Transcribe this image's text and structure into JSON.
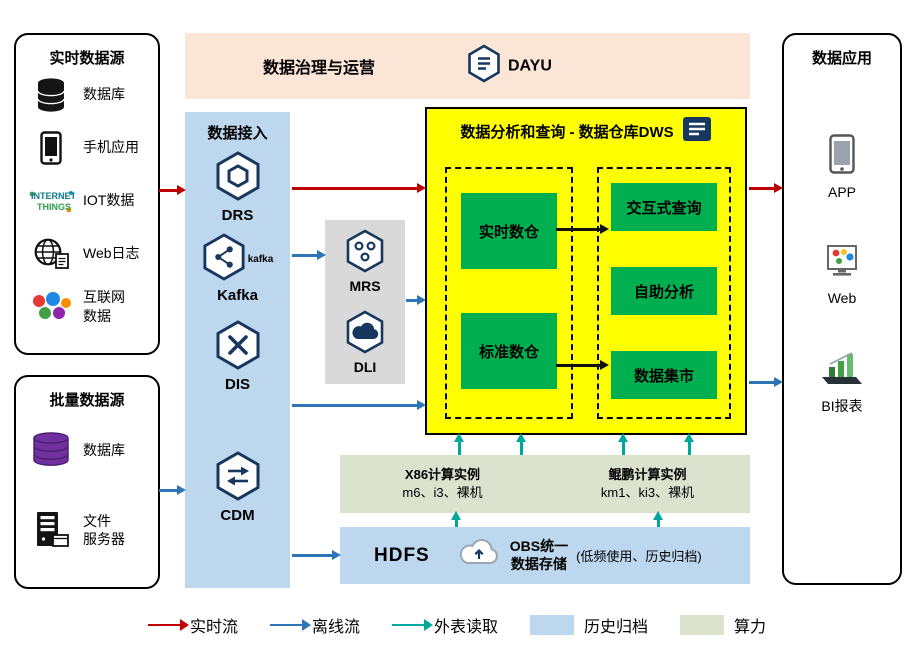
{
  "colors": {
    "realtime_flow": "#c00000",
    "offline_flow": "#2e75b6",
    "external_table_read": "#00a79d",
    "history_archive": "#bdd7ee",
    "compute_power": "#dbe3cf",
    "governance_banner_bg": "#fbe5d6",
    "ingestion_panel_bg": "#bdd7ee",
    "dws_bg": "#ffff00",
    "warehouse_green": "#00b050",
    "processing_gray": "#d9d9d9",
    "icon_navy": "#17375e"
  },
  "governance": {
    "title": "数据治理与运营",
    "brand": "DAYU"
  },
  "realtime_sources": {
    "title": "实时数据源",
    "items": [
      {
        "label": "数据库",
        "icon": "database-icon"
      },
      {
        "label": "手机应用",
        "icon": "mobile-phone-icon"
      },
      {
        "label": "IOT数据",
        "icon": "iot-wordcloud-icon"
      },
      {
        "label": "Web日志",
        "icon": "globe-icon"
      },
      {
        "label": "互联网\n数据",
        "icon": "internet-data-icon"
      }
    ],
    "iot_icon_words": {
      "w1": "INTERNET",
      "w2": "THINGS"
    }
  },
  "batch_sources": {
    "title": "批量数据源",
    "items": [
      {
        "label": "数据库",
        "icon": "purple-database-icon"
      },
      {
        "label": "文件\n服务器",
        "icon": "file-server-icon"
      }
    ]
  },
  "ingestion": {
    "title": "数据接入",
    "items": [
      {
        "label": "DRS",
        "icon": "drs-hexagon-icon"
      },
      {
        "label": "Kafka",
        "icon": "kafka-hexagon-icon",
        "logo_text": "kafka"
      },
      {
        "label": "DIS",
        "icon": "dis-hexagon-icon"
      },
      {
        "label": "CDM",
        "icon": "cdm-hexagon-icon"
      }
    ]
  },
  "processing": {
    "items": [
      {
        "label": "MRS",
        "icon": "mrs-hexagon-icon"
      },
      {
        "label": "DLI",
        "icon": "dli-hexagon-icon"
      }
    ]
  },
  "dws": {
    "title": "数据分析和查询 - 数据仓库DWS",
    "warehouses": [
      "实时数仓",
      "标准数仓"
    ],
    "services": [
      "交互式查询",
      "自助分析",
      "数据集市"
    ]
  },
  "compute": {
    "x86_title": "X86计算实例",
    "x86_spec": "m6、i3、裸机",
    "kunpeng_title": "鲲鹏计算实例",
    "kunpeng_spec": "km1、ki3、裸机"
  },
  "storage": {
    "hdfs_label": "HDFS",
    "obs_line1": "OBS统一",
    "obs_line2": "数据存储",
    "note": "(低频使用、历史归档)"
  },
  "applications": {
    "title": "数据应用",
    "items": [
      {
        "label": "APP",
        "icon": "app-phone-icon"
      },
      {
        "label": "Web",
        "icon": "web-icon"
      },
      {
        "label": "BI报表",
        "icon": "bi-report-icon"
      }
    ]
  },
  "legend": {
    "items": [
      {
        "label": "实时流",
        "type": "arrow",
        "color": "#c00000"
      },
      {
        "label": "离线流",
        "type": "arrow",
        "color": "#2e75b6"
      },
      {
        "label": "外表读取",
        "type": "arrow",
        "color": "#00a79d"
      },
      {
        "label": "历史归档",
        "type": "swatch",
        "color": "#bdd7ee"
      },
      {
        "label": "算力",
        "type": "swatch",
        "color": "#dbe3cf"
      }
    ]
  }
}
